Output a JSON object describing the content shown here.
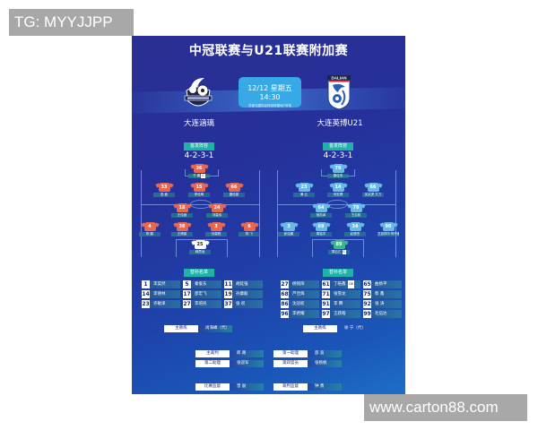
{
  "watermarks": {
    "top_left": "TG: MYYJJPP",
    "bottom_right": "www.carton88.com"
  },
  "poster": {
    "title": "中冠联赛与U21联赛附加赛",
    "match": {
      "datetime": "12/12 星期五 14:30",
      "venue": "苏家屯国际足球训练基地7号场"
    },
    "colors": {
      "background": "#26309a",
      "accent_teal": "#1fb2a6",
      "match_box": "#37a9e6",
      "home_shirt": "#e8674f",
      "away_shirt": "#67b9e6",
      "away_gk_shirt": "#3cb68a"
    },
    "home": {
      "name": "大连涵璃",
      "logo": "home-club-crest-icon",
      "lineup_tag": "首发阵容",
      "formation": "4-2-3-1",
      "players": {
        "st": {
          "num": "36",
          "name": "于  鹏",
          "captain": "C"
        },
        "am_l": {
          "num": "33",
          "name": "张  鑫"
        },
        "am_c": {
          "num": "15",
          "name": "李佳明"
        },
        "am_r": {
          "num": "66",
          "name": "唐佳豪"
        },
        "dm_l": {
          "num": "18",
          "name": "王佳鑫"
        },
        "dm_r": {
          "num": "24",
          "name": "刘嘉伟"
        },
        "lb": {
          "num": "4",
          "name": "陈  鹏"
        },
        "cb_l": {
          "num": "38",
          "name": "王博豪"
        },
        "cb_r": {
          "num": "3",
          "name": "孙嘉程"
        },
        "rb": {
          "num": "6",
          "name": "陈  飞"
        },
        "gk": {
          "num": "25",
          "name": "韩思远"
        }
      },
      "subs_tag": "替补名单",
      "subs": [
        {
          "num": "1",
          "name": "李昊然"
        },
        {
          "num": "5",
          "name": "秦俊东"
        },
        {
          "num": "11",
          "name": "胡延强"
        },
        {
          "num": "14",
          "name": "李德林"
        },
        {
          "num": "17",
          "name": "邵宏飞"
        },
        {
          "num": "19",
          "name": "孙康毅"
        },
        {
          "num": "23",
          "name": "许敏泽"
        },
        {
          "num": "27",
          "name": "李培民"
        },
        {
          "num": "37",
          "name": "张  权"
        }
      ],
      "coach_label": "主教练",
      "coach": "尚海峰（代）"
    },
    "away": {
      "name": "大连英博U21",
      "logo": "dalian-crest-icon",
      "logo_text": "DALIAN",
      "lineup_tag": "首发阵容",
      "formation": "4-2-3-1",
      "players": {
        "st": {
          "num": "79",
          "name": "康佳杰"
        },
        "am_l": {
          "num": "23",
          "name": "黄  云"
        },
        "am_c": {
          "num": "14",
          "name": "闫宏健"
        },
        "am_r": {
          "num": "66",
          "name": "买买提·艾力"
        },
        "dm_l": {
          "num": "64",
          "name": "杨凯泽"
        },
        "dm_r": {
          "num": "78",
          "name": "王启航"
        },
        "lb": {
          "num": "3",
          "name": "彭佳鹏"
        },
        "cb_l": {
          "num": "69",
          "name": "周铭宇"
        },
        "cb_r": {
          "num": "34",
          "name": "赵德杰"
        },
        "rb": {
          "num": "90",
          "name": "艾克拜尔·阿不都"
        },
        "gk": {
          "num": "89",
          "name": "周云汇",
          "captain": "C"
        }
      },
      "subs_tag": "替补名单",
      "subs": [
        {
          "num": "27",
          "name": "杨铭阳"
        },
        {
          "num": "61",
          "name": "丁皓鑫",
          "badge": "GK"
        },
        {
          "num": "65",
          "name": "曲扬平"
        },
        {
          "num": "68",
          "name": "芦佳辉"
        },
        {
          "num": "71",
          "name": "张雪龙"
        },
        {
          "num": "75",
          "name": "蔡  鑫"
        },
        {
          "num": "86",
          "name": "沈冠权"
        },
        {
          "num": "91",
          "name": "李  腾"
        },
        {
          "num": "92",
          "name": "张  涛"
        },
        {
          "num": "96",
          "name": "李君耀"
        },
        {
          "num": "97",
          "name": "王跃皓"
        },
        {
          "num": "99",
          "name": "毛伍达"
        }
      ],
      "coach_label": "主教练",
      "coach": "徐  宁（代）"
    },
    "officials": [
      {
        "label": "主裁判",
        "value": "郎  路"
      },
      {
        "label": "第一助理",
        "value": "邵  波"
      },
      {
        "label": "第二助理",
        "value": "张迎军"
      },
      {
        "label": "第四官员",
        "value": "张扬帆"
      },
      {
        "label": "比赛监督",
        "value": "曾  励"
      },
      {
        "label": "裁判监督",
        "value": "钟  勇"
      }
    ]
  }
}
